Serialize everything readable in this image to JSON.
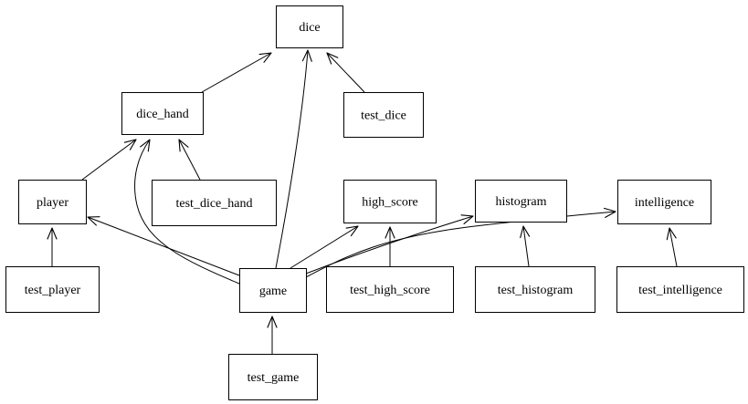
{
  "nodes": [
    {
      "id": "dice",
      "label": "dice"
    },
    {
      "id": "dice_hand",
      "label": "dice_hand"
    },
    {
      "id": "test_dice",
      "label": "test_dice"
    },
    {
      "id": "player",
      "label": "player"
    },
    {
      "id": "test_dice_hand",
      "label": "test_dice_hand"
    },
    {
      "id": "high_score",
      "label": "high_score"
    },
    {
      "id": "histogram",
      "label": "histogram"
    },
    {
      "id": "intelligence",
      "label": "intelligence"
    },
    {
      "id": "test_player",
      "label": "test_player"
    },
    {
      "id": "game",
      "label": "game"
    },
    {
      "id": "test_high_score",
      "label": "test_high_score"
    },
    {
      "id": "test_histogram",
      "label": "test_histogram"
    },
    {
      "id": "test_intelligence",
      "label": "test_intelligence"
    },
    {
      "id": "test_game",
      "label": "test_game"
    }
  ],
  "edges": [
    {
      "from": "dice_hand",
      "to": "dice"
    },
    {
      "from": "test_dice",
      "to": "dice"
    },
    {
      "from": "game",
      "to": "dice"
    },
    {
      "from": "player",
      "to": "dice_hand"
    },
    {
      "from": "test_dice_hand",
      "to": "dice_hand"
    },
    {
      "from": "game",
      "to": "dice_hand"
    },
    {
      "from": "test_player",
      "to": "player"
    },
    {
      "from": "game",
      "to": "player"
    },
    {
      "from": "game",
      "to": "high_score"
    },
    {
      "from": "game",
      "to": "histogram"
    },
    {
      "from": "game",
      "to": "intelligence"
    },
    {
      "from": "test_high_score",
      "to": "high_score"
    },
    {
      "from": "test_histogram",
      "to": "histogram"
    },
    {
      "from": "test_intelligence",
      "to": "intelligence"
    },
    {
      "from": "test_game",
      "to": "game"
    }
  ]
}
